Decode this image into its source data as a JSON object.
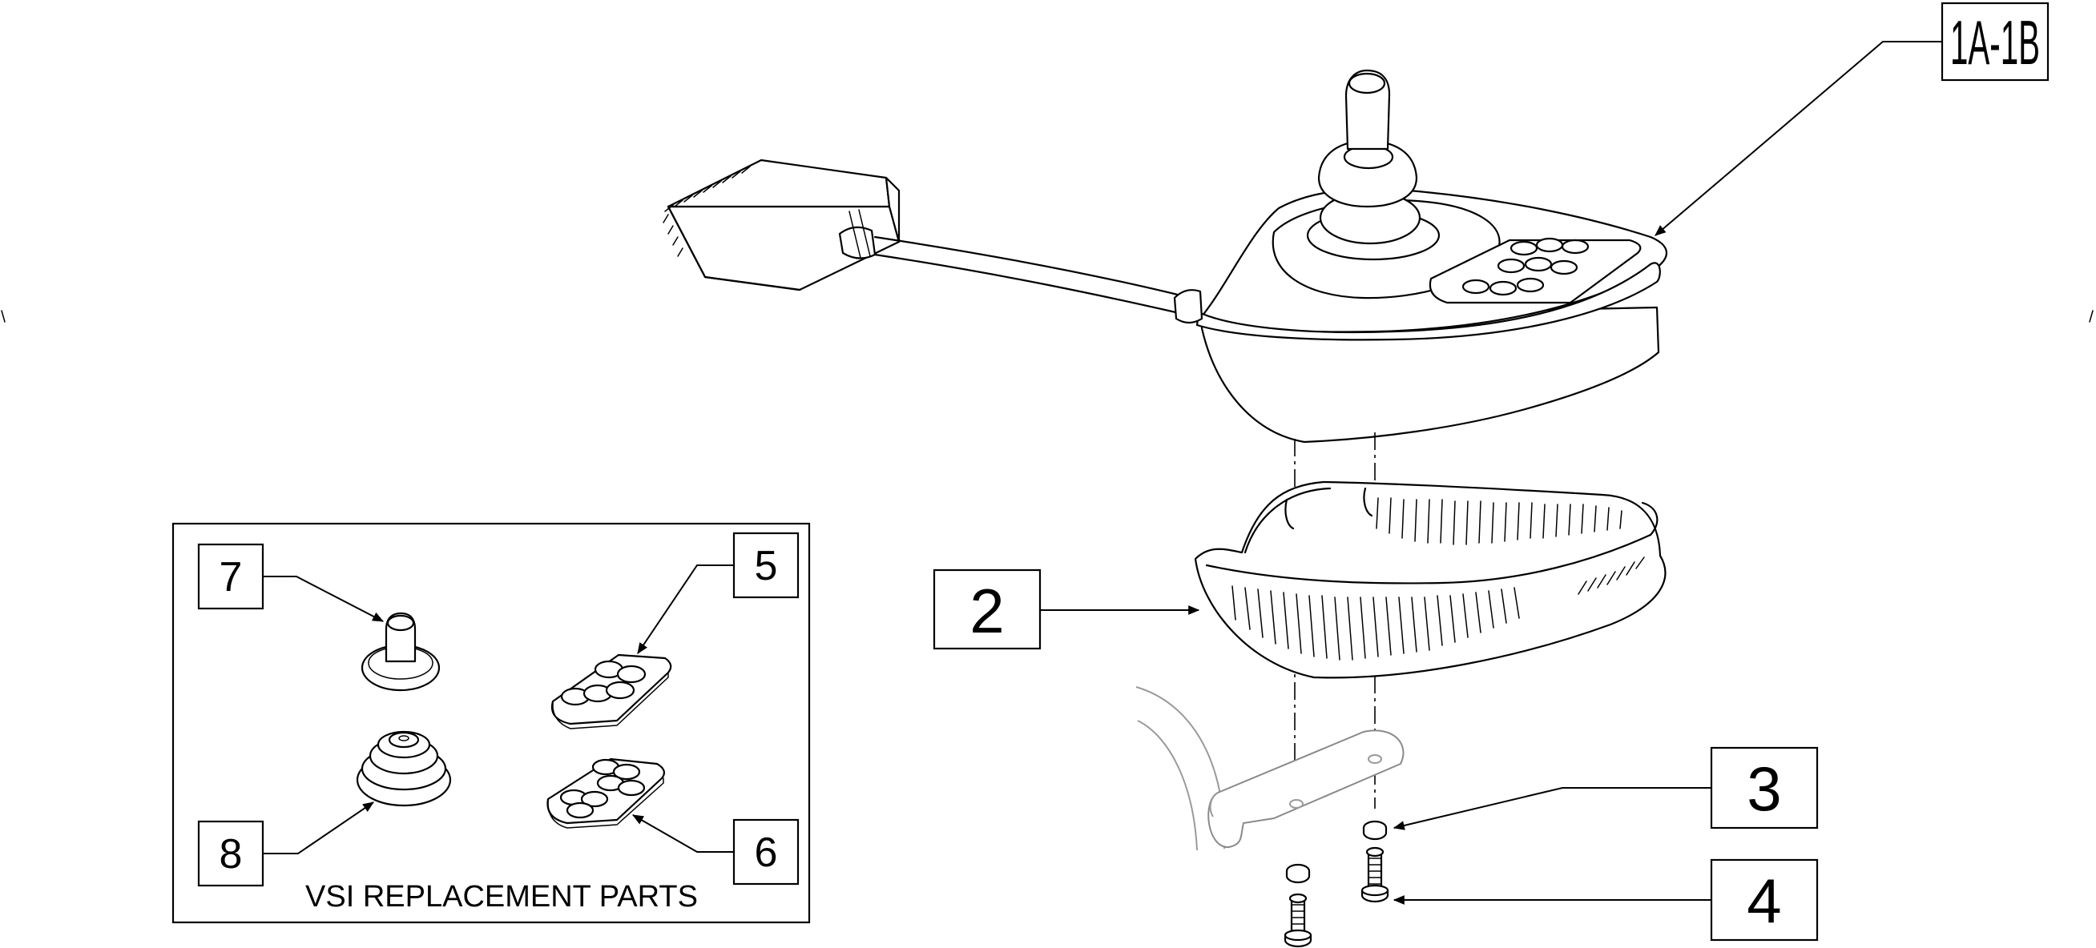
{
  "callouts": {
    "c1a1b": "1A-1B",
    "c2": "2",
    "c3": "3",
    "c4": "4",
    "c5": "5",
    "c6": "6",
    "c7": "7",
    "c8": "8"
  },
  "inset": {
    "caption": "VSI REPLACEMENT PARTS"
  }
}
